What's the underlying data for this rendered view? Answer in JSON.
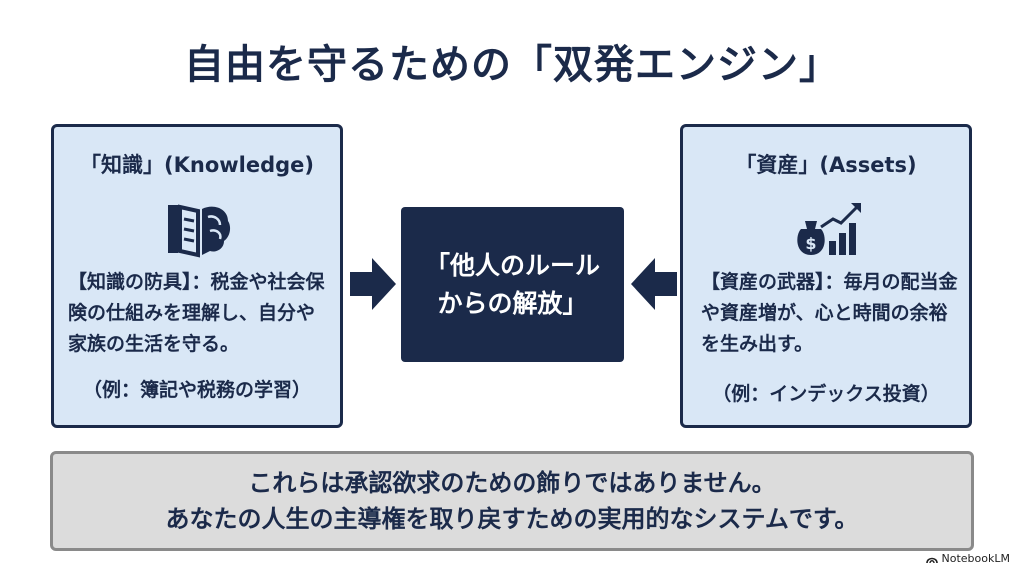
{
  "title": "自由を守るための「双発エンジン」",
  "left_card": {
    "heading": "「知識」(Knowledge)",
    "icon": "book-brain-icon",
    "body": "【知識の防具】：税金や社会保険の仕組みを理解し、自分や家族の生活を守る。",
    "example": "（例：簿記や税務の学習）"
  },
  "right_card": {
    "heading": "「資産」(Assets)",
    "icon": "money-bag-growth-icon",
    "body": "【資産の武器】：毎月の配当金や資産増が、心と時間の余裕を生み出す。",
    "example": "（例：インデックス投資）"
  },
  "center": {
    "text": "「他人のルール\nからの解放」"
  },
  "bottom": {
    "line1": "これらは承認欲求のための飾りではありません。",
    "line2": "あなたの人生の主導権を取り戻すための実用的なシステムです。"
  },
  "footer": {
    "brand": "NotebookLM"
  },
  "colors": {
    "navy": "#1b2a4a",
    "card_bg": "#d9e7f6",
    "bottom_bg": "#dcdcdc"
  }
}
